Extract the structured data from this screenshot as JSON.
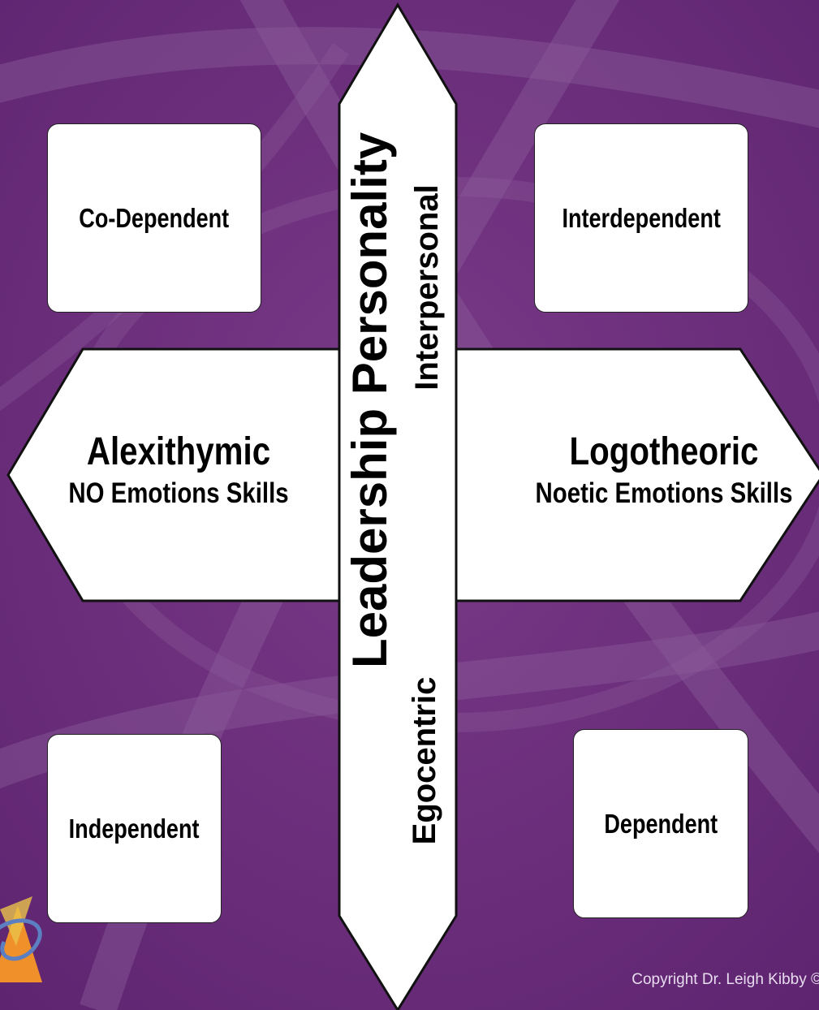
{
  "colors": {
    "background": "#6a2d7a",
    "background_swirl": "#7d4a8d",
    "box_fill": "#ffffff",
    "outline": "#111111",
    "logo_orange": "#f0902a",
    "logo_blue": "#5b7fc0"
  },
  "quadrants": {
    "top_left": "Co-Dependent",
    "top_right": "Interdependent",
    "bottom_left": "Independent",
    "bottom_right": "Dependent"
  },
  "horizontal_arrow": {
    "left_title": "Alexithymic",
    "left_subtitle": "NO Emotions Skills",
    "right_title": "Logotheoric",
    "right_subtitle": "Noetic Emotions Skills"
  },
  "vertical_arrow": {
    "main_label": "Leadership Personality",
    "top_label": "Interpersonal",
    "bottom_label": "Egocentric"
  },
  "footer": {
    "copyright": "Copyright Dr. Leigh Kibby ©"
  },
  "logo": {
    "icon": "triangle-logo-icon"
  }
}
